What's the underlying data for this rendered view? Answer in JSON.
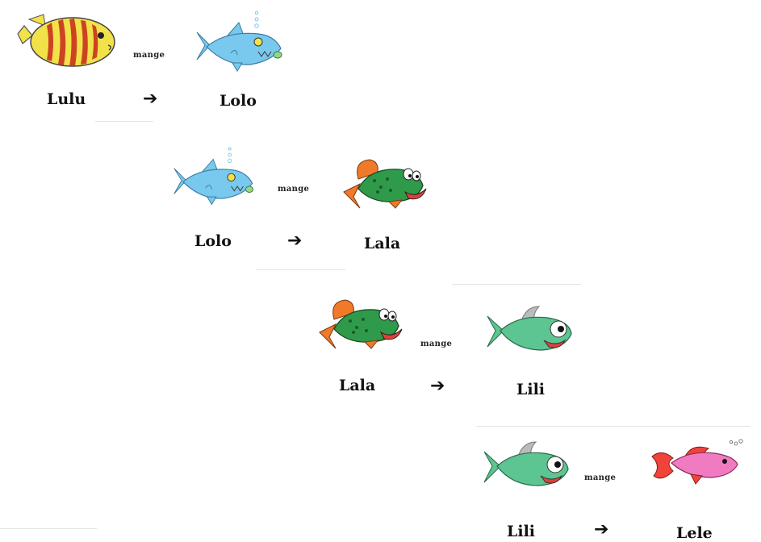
{
  "rows": [
    {
      "eater": "Lulu",
      "eaten": "Lolo",
      "verb": "mange"
    },
    {
      "eater": "Lolo",
      "eaten": "Lala",
      "verb": "mange"
    },
    {
      "eater": "Lala",
      "eaten": "Lili",
      "verb": "mange"
    },
    {
      "eater": "Lili",
      "eaten": "Lele",
      "verb": "mange"
    }
  ],
  "arrow_glyph": "➔",
  "colors": {
    "yellow_fish": "#f2e24a",
    "yellow_fish_stripes": "#c8321e",
    "blue_fish": "#79c9ee",
    "green_fish": "#2f9a4a",
    "green_fish_fins": "#f07a2a",
    "mint_fish": "#5cc592",
    "pink_fish": "#f07bc0",
    "pink_fish_fins": "#f0443a"
  },
  "icons": {
    "lulu": "yellow-striped-fish-icon",
    "lolo": "blue-fish-icon",
    "lala": "green-spotted-fish-icon",
    "lili": "mint-fish-icon",
    "lele": "pink-goldfish-icon"
  }
}
